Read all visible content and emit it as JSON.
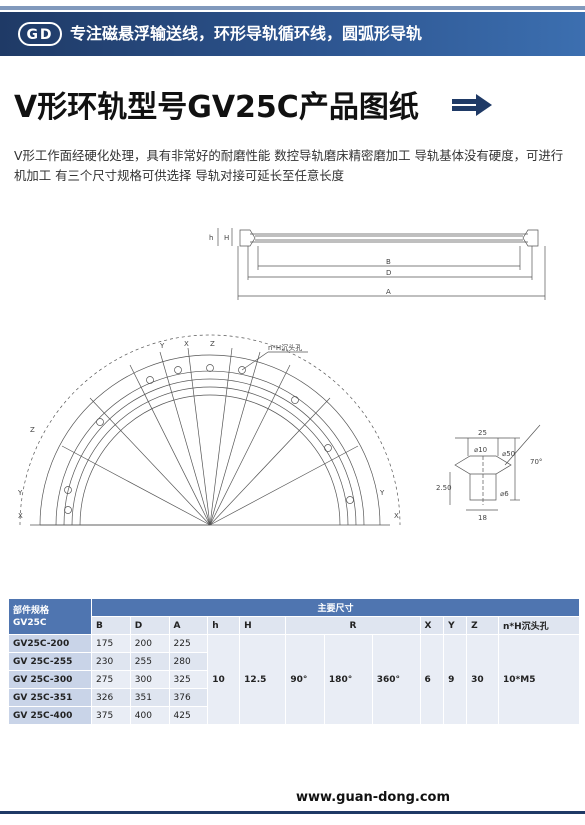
{
  "banner": {
    "logo": "GD",
    "tagline": "专注磁悬浮输送线，环形导轨循环线，圆弧形导轨"
  },
  "title": "V形环轨型号GV25C产品图纸",
  "description": "V形工作面经硬化处理，具有非常好的耐磨性能 数控导轨磨床精密磨加工 导轨基体没有硬度，可进行机加工 有三个尺寸规格可供选择 导轨对接可延长至任意长度",
  "drawing": {
    "labels": {
      "h": "h",
      "H": "H",
      "B": "B",
      "D": "D",
      "A": "A",
      "hole": "n*H沉头孔",
      "X": "X",
      "Y": "Y",
      "Z": "Z",
      "dim_25": "25",
      "dim_phi10": "⌀10",
      "dim_phi50": "⌀50",
      "dim_70": "70°",
      "dim_250": "2.50",
      "dim_phi6": "⌀6",
      "dim_18": "18"
    }
  },
  "table": {
    "header_left_line1": "部件规格",
    "header_left_line2": "GV25C",
    "header_main": "主要尺寸",
    "columns": [
      "B",
      "D",
      "A",
      "h",
      "H",
      "R",
      "",
      "",
      "X",
      "Y",
      "Z",
      "n*H沉头孔"
    ],
    "rows": [
      {
        "model": "GV25C-200",
        "B": "175",
        "D": "200",
        "A": "225"
      },
      {
        "model": "GV 25C-255",
        "B": "230",
        "D": "255",
        "A": "280"
      },
      {
        "model": "GV 25C-300",
        "B": "275",
        "D": "300",
        "A": "325"
      },
      {
        "model": "GV 25C-351",
        "B": "326",
        "D": "351",
        "A": "376"
      },
      {
        "model": "GV 25C-400",
        "B": "375",
        "D": "400",
        "A": "425"
      }
    ],
    "shared": {
      "h": "10",
      "H": "12.5",
      "R1": "90°",
      "R2": "180°",
      "R3": "360°",
      "X": "6",
      "Y": "9",
      "Z": "30",
      "holes": "10*M5"
    }
  },
  "footer": {
    "url": "www.guan-dong.com"
  },
  "colors": {
    "brand_dark": "#1f3a66",
    "brand_mid": "#2d5590",
    "table_header": "#4f75b0",
    "table_row": "#e9edf5"
  }
}
